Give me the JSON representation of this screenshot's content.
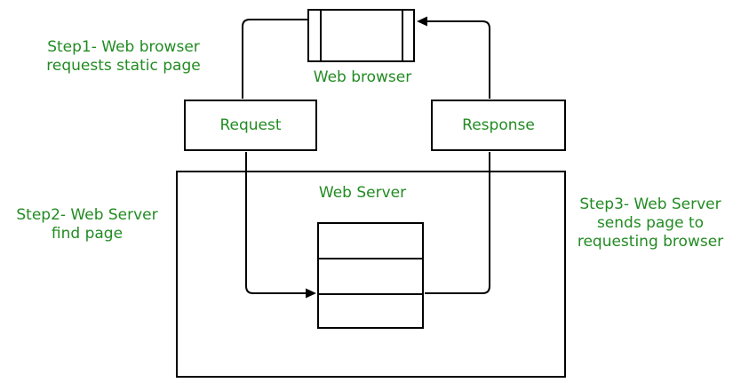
{
  "diagram": {
    "labels": {
      "web_browser": "Web browser",
      "web_server": "Web Server",
      "request": "Request",
      "response": "Response"
    },
    "steps": {
      "step1": "Step1- Web browser\nrequests static page",
      "step2": "Step2- Web Server\nfind page",
      "step3": "Step3- Web Server\nsends page to\nrequesting browser"
    },
    "icons": {
      "browser": "browser-window-icon",
      "server": "server-stack-icon",
      "arrows": [
        "arrowhead-into-server-stack",
        "arrowhead-into-browser"
      ]
    },
    "colors": {
      "text_green": "#228B22",
      "line_black": "#000000",
      "background": "#ffffff"
    }
  }
}
